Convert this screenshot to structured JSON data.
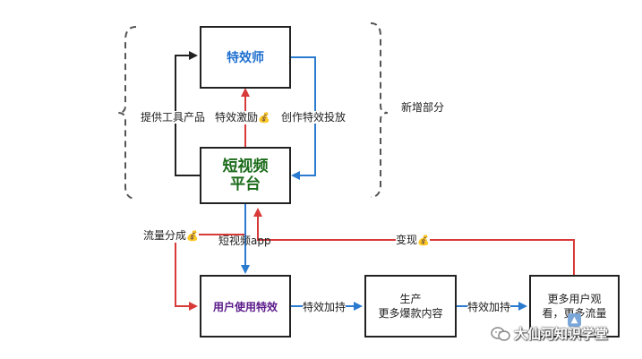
{
  "nodes": {
    "effects_artist": {
      "label": "特效师",
      "color": "#1f6fcf"
    },
    "platform": {
      "line1": "短视频",
      "line2": "平台",
      "color": "#1a6b1a"
    },
    "user_effects": {
      "label": "用户使用特效",
      "color": "#5a1a8a"
    },
    "production": {
      "line1": "生产",
      "line2": "更多爆款内容"
    },
    "more_users": {
      "line1": "更多用户观",
      "line2": "看，更多流量"
    }
  },
  "edges": {
    "provide_tools": "提供工具产品",
    "effect_incentive": "特效激励",
    "create_effects": "创作特效投放",
    "traffic_share": "流量分成",
    "short_video_app": "短视频app",
    "monetize": "变现",
    "effect_boost_1": "特效加持",
    "effect_boost_2": "特效加持"
  },
  "brace_label": "新增部分",
  "watermark": "大仙河知识学堂",
  "colors": {
    "red": "#d83a3a",
    "blue": "#2a7ad0",
    "black": "#222222"
  },
  "icons": {
    "money_bag": "money-bag-icon"
  }
}
